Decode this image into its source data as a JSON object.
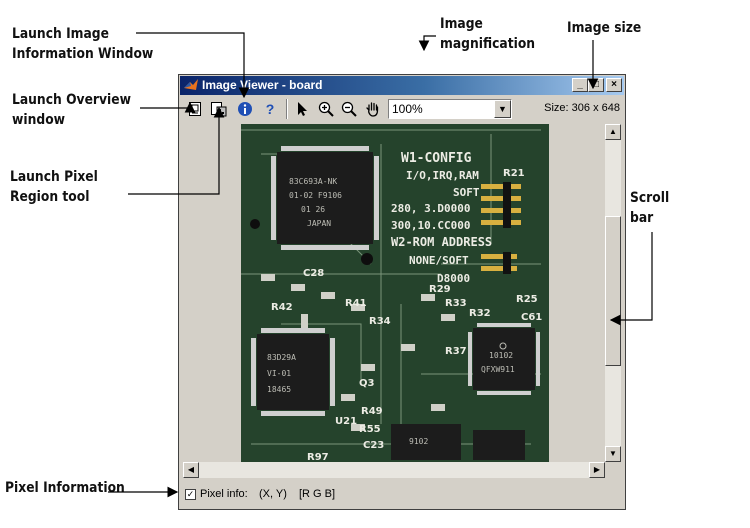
{
  "annotations": {
    "launch_image_info": [
      "Launch Image",
      "Information Window"
    ],
    "launch_overview": [
      "Launch Overview",
      "window"
    ],
    "launch_pixel_region": [
      "Launch Pixel",
      "Region tool"
    ],
    "pixel_information": "Pixel Information",
    "image_magnification": [
      "Image",
      "magnification"
    ],
    "image_size": "Image size",
    "scroll_bar": [
      "Scroll",
      "bar"
    ]
  },
  "window": {
    "title": "Image Viewer - board",
    "title_buttons": [
      "_",
      "□",
      "×"
    ],
    "toolbar": {
      "icons": [
        "overview-icon",
        "pixel-region-icon",
        "info-icon",
        "help-icon",
        "pointer-icon",
        "zoom-in-icon",
        "zoom-out-icon",
        "pan-hand-icon"
      ],
      "help_glyph": "?",
      "magnification": "100%",
      "size_label": "Size: 306 x 648"
    },
    "image": {
      "silkscreen": {
        "config": "W1-CONFIG",
        "io": "I/O,IRQ,RAM",
        "soft": "SOFT",
        "row1": "280, 3.D0000",
        "row2": "300,10.CC000",
        "rom": "W2-ROM ADDRESS",
        "none_soft": "NONE/SOFT",
        "d8000": "D8000",
        "r21": "R21",
        "r25": "R25",
        "c61": "C61",
        "r32": "R32",
        "r29": "R29",
        "r33": "R33",
        "r37": "R37",
        "c28": "C28",
        "r42": "R42",
        "r41": "R41",
        "r34": "R34",
        "r49": "R49",
        "r55": "R55",
        "c23": "C23",
        "u21": "U21",
        "r97": "R97",
        "q3": "Q3",
        "chip_top": [
          "83C693A-NK",
          "01-02 F9106",
          "01 26",
          "JAPAN"
        ],
        "chip_left": [
          "83D29A",
          "VI-01",
          "18465"
        ],
        "chip_right": [
          "10102",
          "QFXW911"
        ],
        "chip_bottom": "9102"
      }
    },
    "pixel_info": {
      "checked": true,
      "check_glyph": "✓",
      "label": "Pixel info:",
      "xy": "(X, Y)",
      "rgb": "[R G B]"
    }
  }
}
